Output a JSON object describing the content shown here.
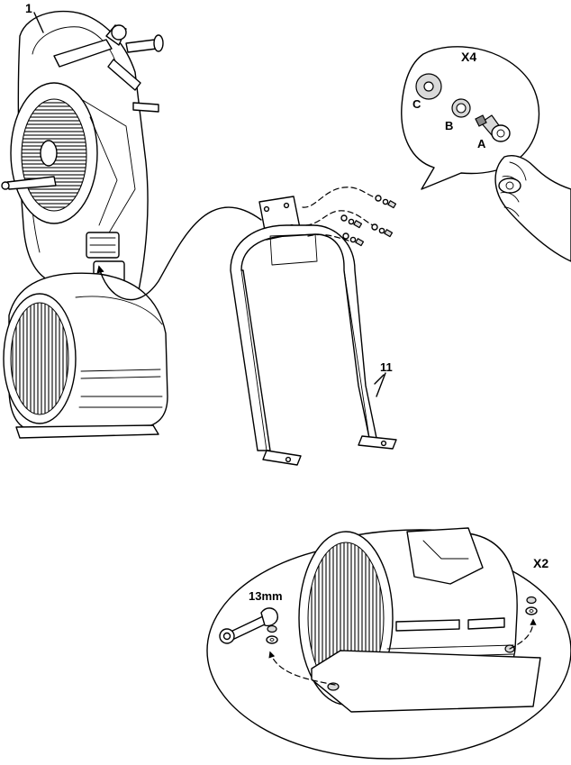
{
  "labels": {
    "bike_frame": "1",
    "stand": "11",
    "quantity_hardware": "X4",
    "part_a": "A",
    "part_b": "B",
    "part_c": "C",
    "quantity_feet": "X2",
    "wrench_size": "13mm"
  }
}
